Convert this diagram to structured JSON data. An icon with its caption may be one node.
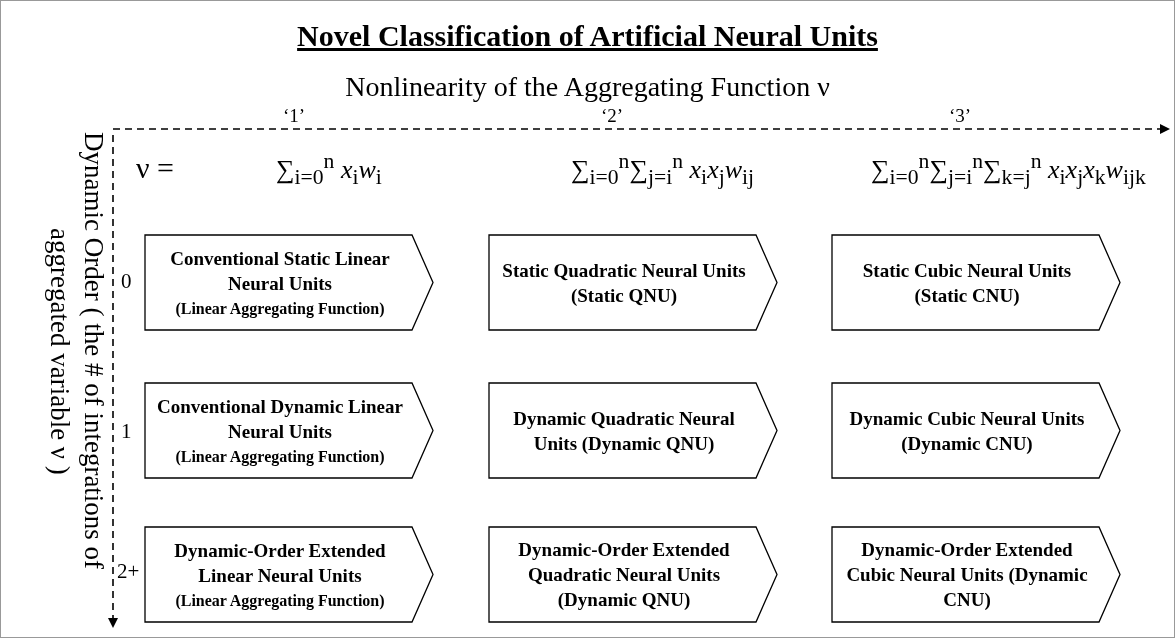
{
  "diagram": {
    "title": "Novel Classification of Artificial Neural Units",
    "nodes": [
      {
        "text": [
          "Conventional Static Linear Neural Units",
          "(Linear Aggregating Function)"
        ]
      },
      {
        "text": [
          "Static Quadratic Neural Units (Static QNU)"
        ]
      },
      {
        "text": [
          "Static Cubic Neural Units (Static CNU)"
        ]
      },
      {
        "text": [
          "Conventional Dynamic Linear Neural Units",
          "(Linear Aggregating Function)"
        ]
      },
      {
        "text": [
          "Dynamic Quadratic Neural Units (Dynamic QNU)"
        ]
      },
      {
        "text": [
          "Dynamic Cubic Neural Units (Dynamic CNU)"
        ]
      },
      {
        "text": [
          "Dynamic-Order Extended Linear Neural Units",
          "(Linear Aggregating Function)"
        ]
      },
      {
        "text": [
          "Dynamic-Order Extended Quadratic Neural Units (Dynamic QNU)"
        ]
      },
      {
        "text": [
          "Dynamic-Order Extended Cubic Neural Units (Dynamic CNU)"
        ]
      }
    ],
    "edges": [],
    "labels": [
      "Nonlinearity of the Aggregating Function ν",
      "Dynamic Order ( the # of integrations of aggregated variable ν )",
      "‘1’",
      "‘2’",
      "‘3’",
      "ν =",
      "∑$_{i=0}$$^{n}$ *x*$_{i}$*w*$_{i}$",
      "∑$_{i=0}$$^{n}$∑$_{j=i}$$^{n}$ *x*$_{i}$*x*$_{j}$*w*$_{ij}$",
      "∑$_{i=0}$$^{n}$∑$_{j=i}$$^{n}$∑$_{k=j}$$^{n}$ *x*$_{i}$*x*$_{j}$*x*$_{k}$*w*$_{ijk}$",
      "0",
      "1",
      "2+"
    ]
  }
}
